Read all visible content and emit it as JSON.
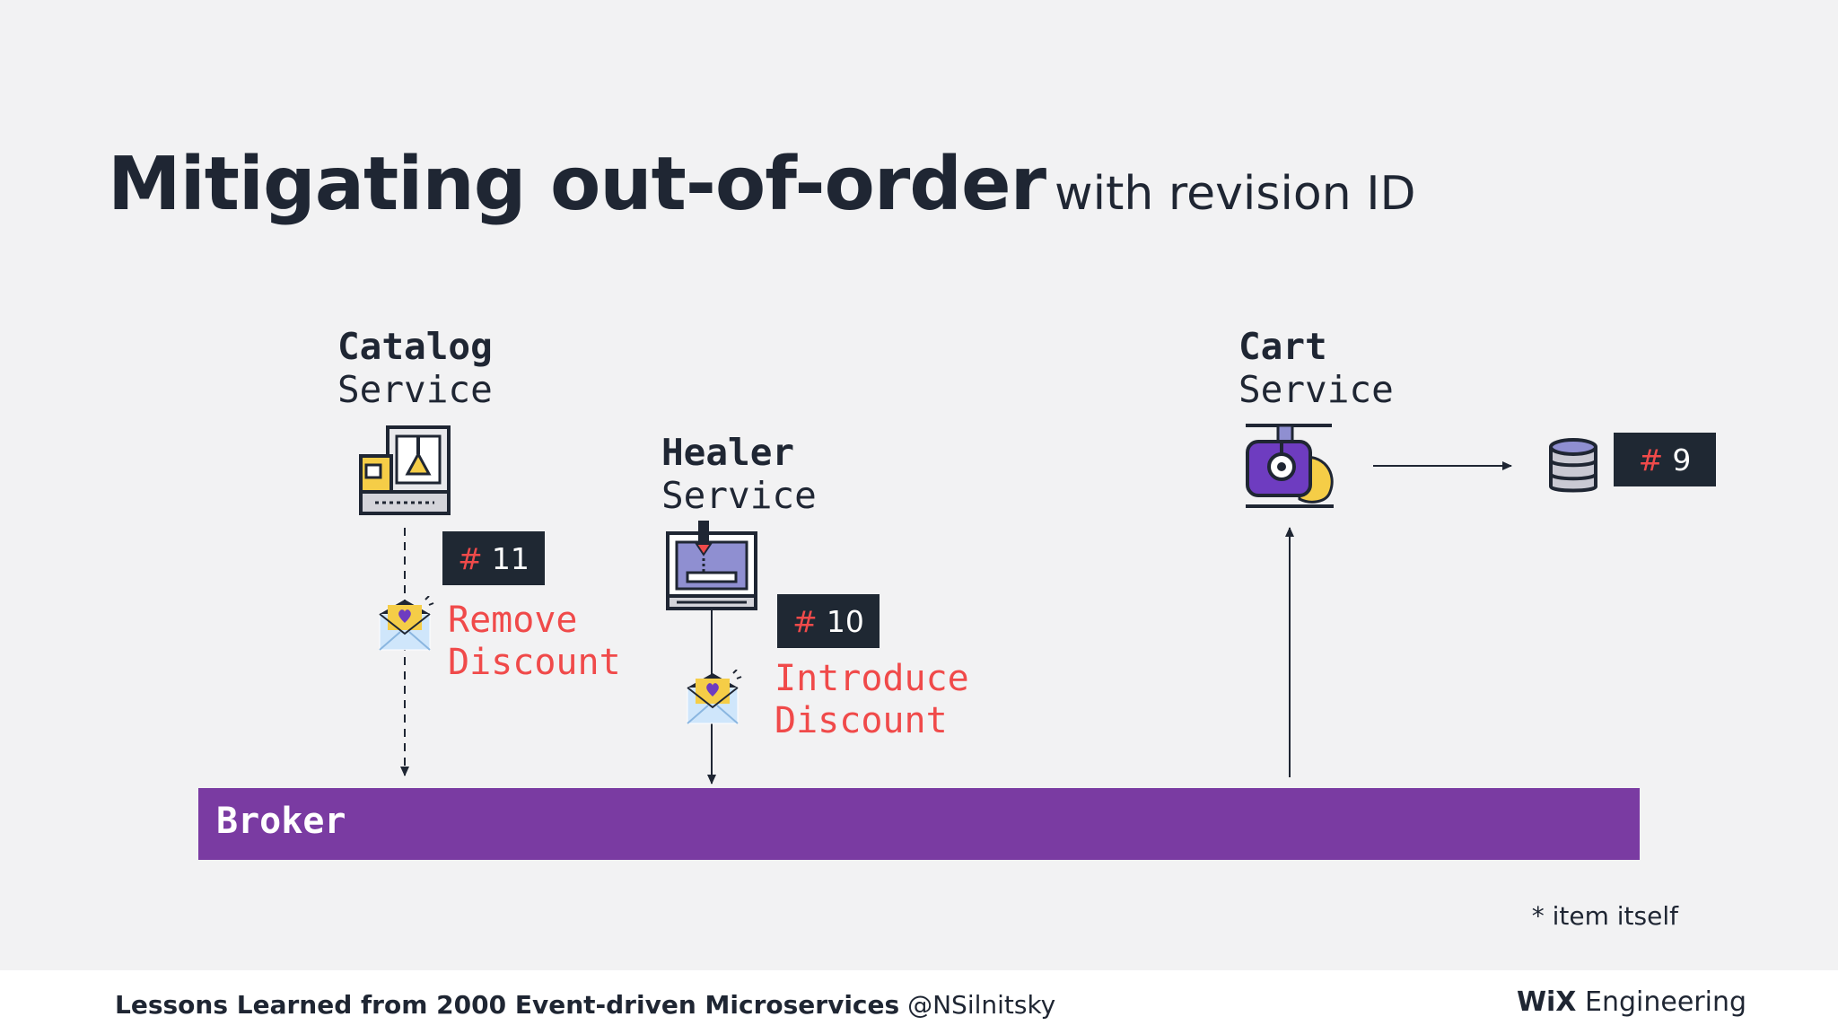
{
  "slide": {
    "title_main": "Mitigating out-of-order",
    "title_sub": "with revision ID"
  },
  "services": {
    "catalog": {
      "line1": "Catalog",
      "line2": "Service"
    },
    "healer": {
      "line1": "Healer",
      "line2": "Service"
    },
    "cart": {
      "line1": "Cart",
      "line2": "Service"
    }
  },
  "events": {
    "remove": {
      "line1": "Remove",
      "line2": "Discount",
      "revision": "11"
    },
    "introduce": {
      "line1": "Introduce",
      "line2": "Discount",
      "revision": "10"
    }
  },
  "db": {
    "revision": "9"
  },
  "badge_hash": "#",
  "broker": {
    "label": "Broker"
  },
  "footnote": "* item itself",
  "footer": {
    "talk_title": "Lessons Learned from 2000 Event-driven Microservices",
    "handle": "@NSilnitsky",
    "brand_bold": "WiX",
    "brand_rest": "Engineering"
  },
  "colors": {
    "background": "#f2f2f3",
    "broker": "#7a3ba2",
    "badge": "#1f2833",
    "event_text": "#f04a4a",
    "icon_purple": "#6e3cc0",
    "icon_yellow": "#f5cd47"
  },
  "icons": [
    "machine-icon",
    "printer-icon",
    "robot-icon",
    "envelope-icon",
    "database-icon"
  ]
}
